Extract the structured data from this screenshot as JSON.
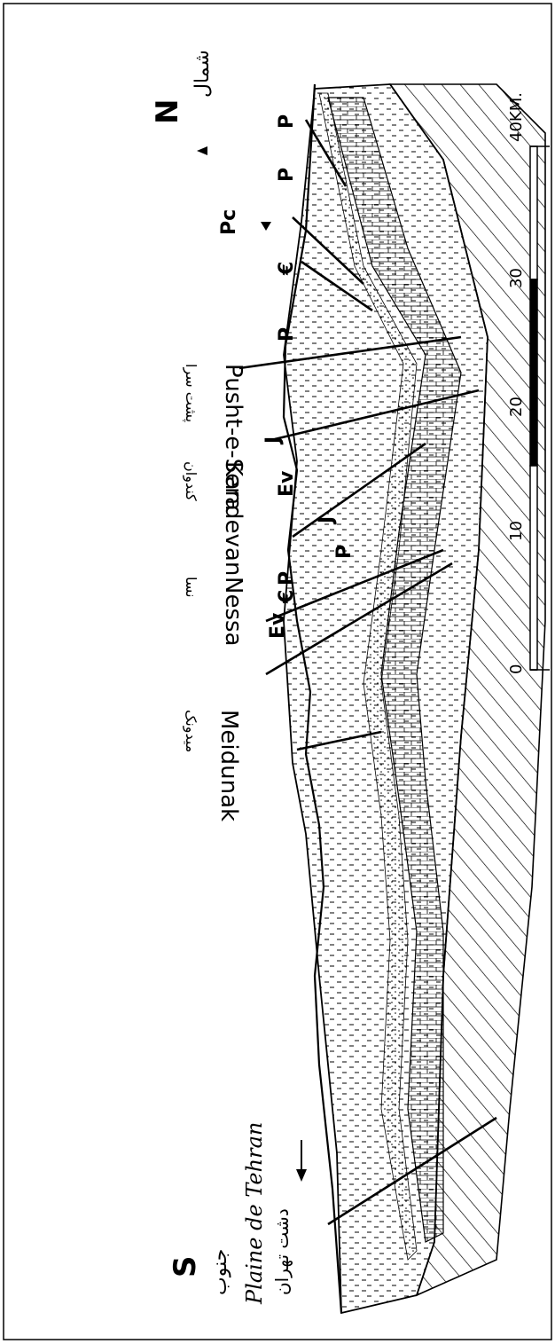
{
  "orientation": {
    "north_label": "N",
    "north_persian": "شمال",
    "south_label": "S",
    "south_persian": "جنوب"
  },
  "places": {
    "plain_latin": "Plaine de Tehran",
    "plain_persian": "دشت تهران",
    "meidunak_latin": "Meidunak",
    "meidunak_persian": "میدونک",
    "nessa_latin": "Nessa",
    "nessa_persian": "نسا",
    "kandevan_latin": "Kandevan",
    "kandevan_persian": "کندوان",
    "pusht_latin": "Pusht-e-Sera",
    "pusht_persian": "پشت سرا"
  },
  "formations": {
    "ev_1": "Ev",
    "ev_2": "Ev",
    "e_1": "€",
    "e_2": "€",
    "p_1": "P",
    "p_2": "P",
    "p_3": "P",
    "p_4": "P",
    "p_5": "P",
    "j_1": "J",
    "j_2": "J",
    "pc": "Pc"
  },
  "scale": {
    "ticks": [
      "0",
      "10",
      "20",
      "30",
      "40KM."
    ]
  }
}
